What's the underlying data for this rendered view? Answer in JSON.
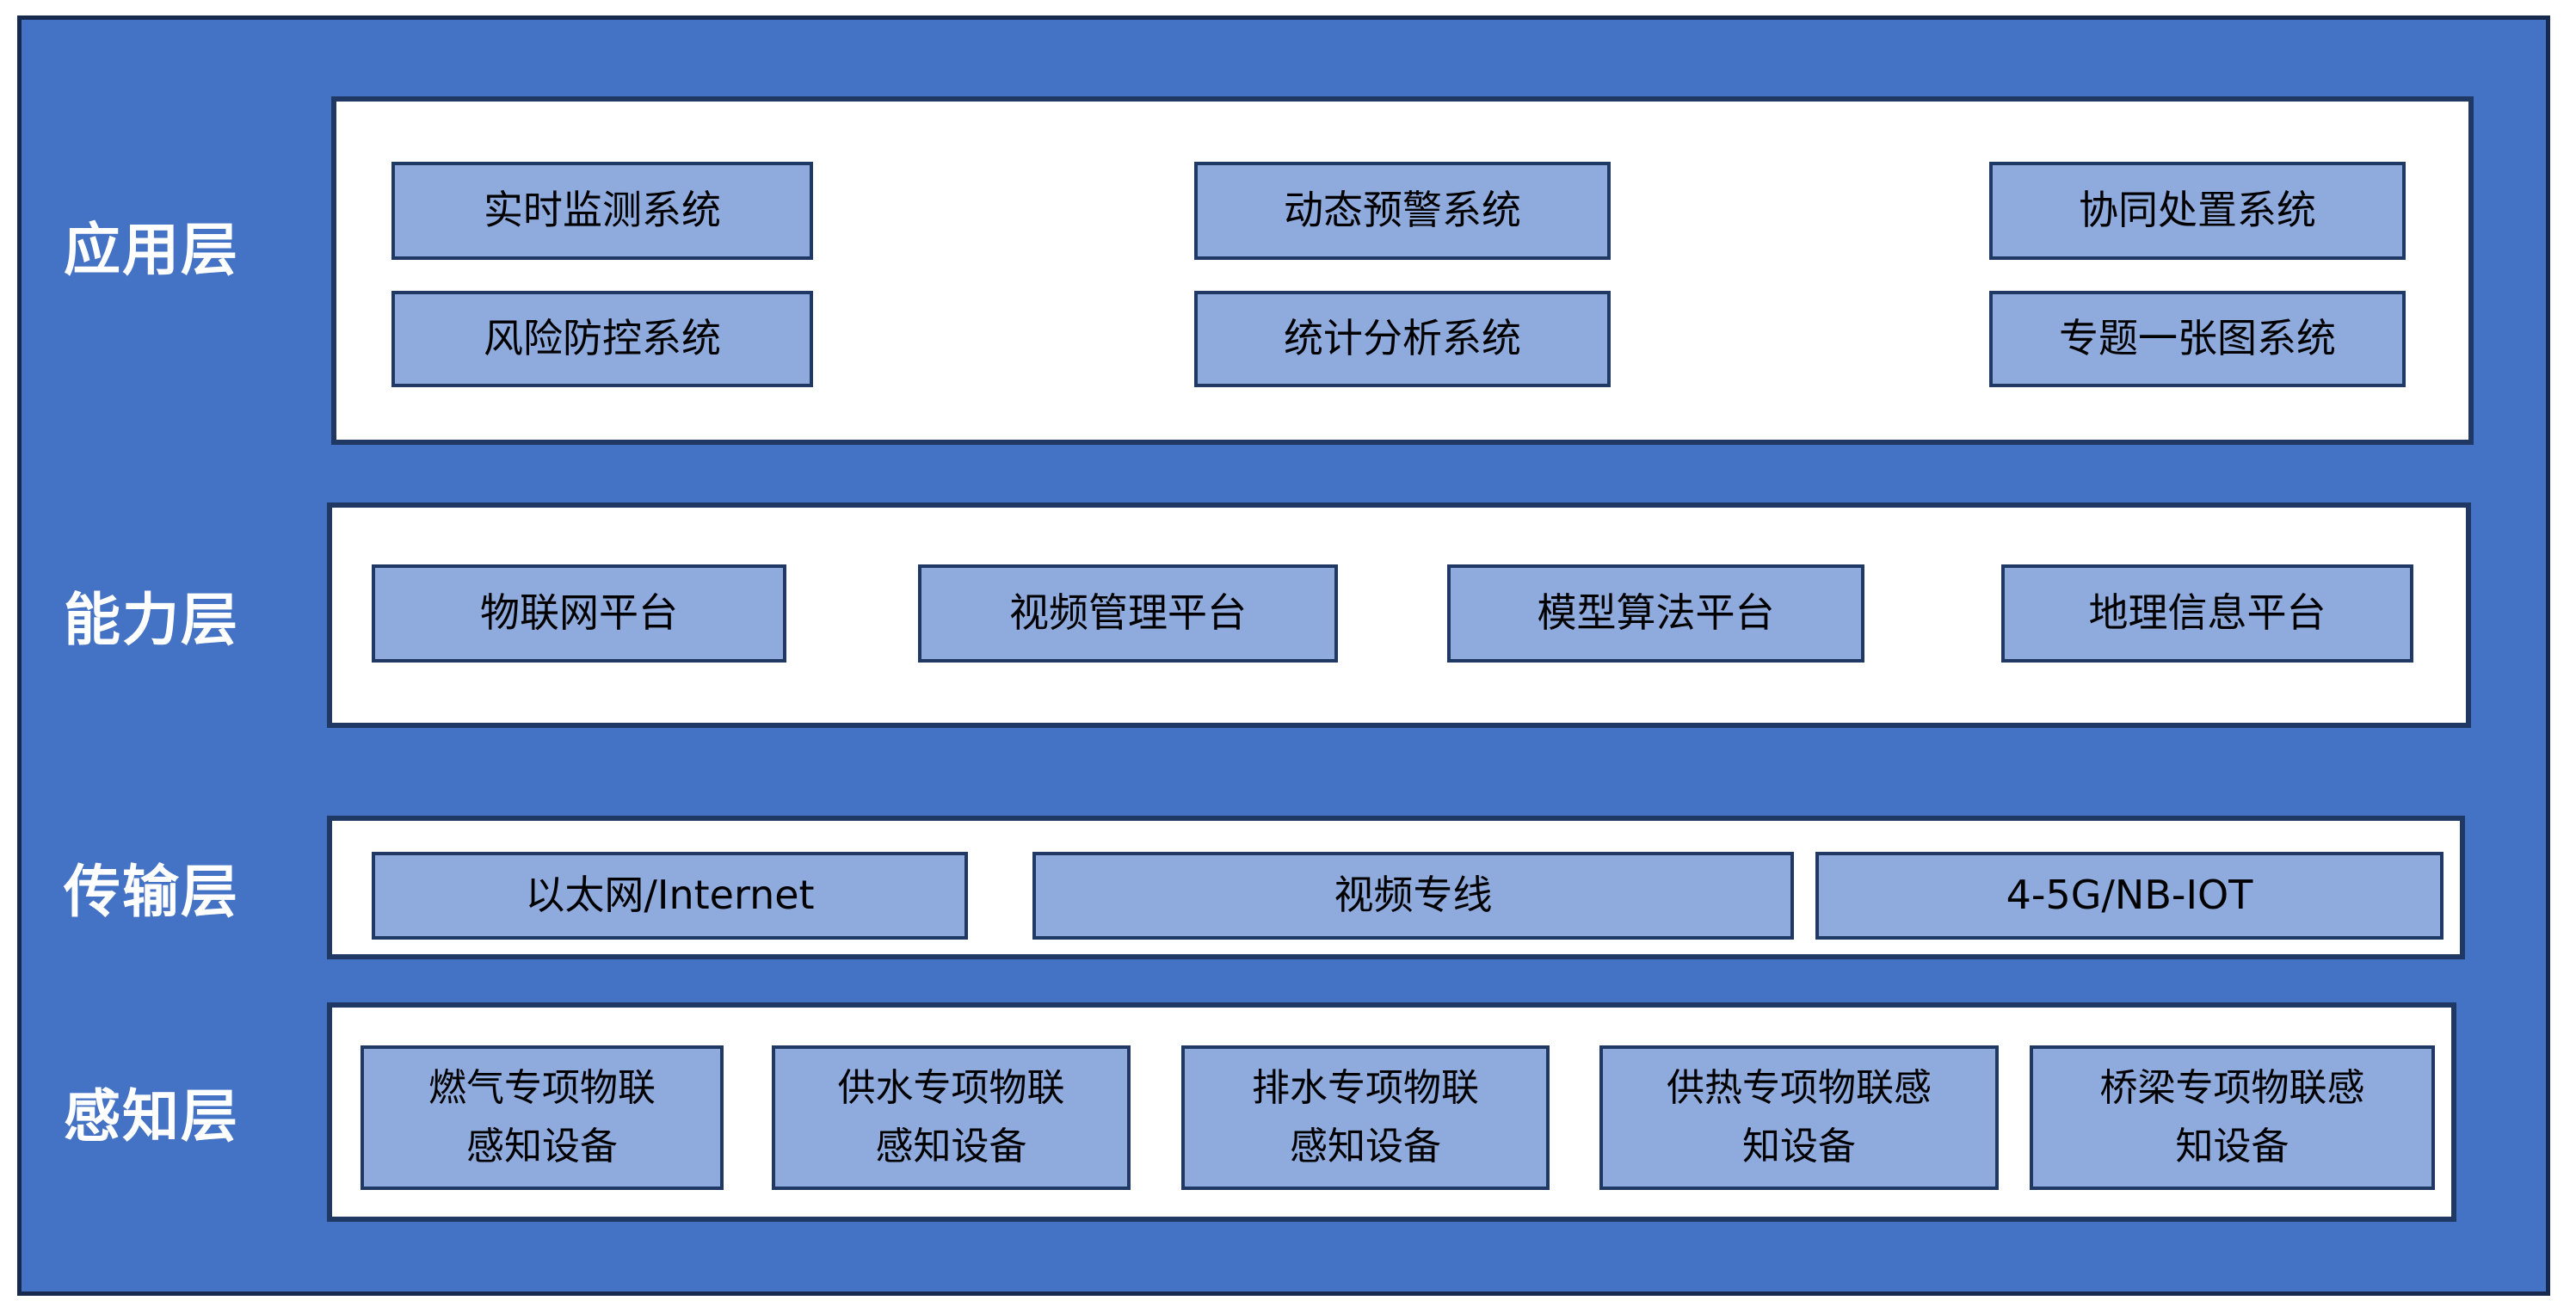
{
  "colors": {
    "background_blue": "#4472C4",
    "panel_background": "#FFFFFF",
    "box_fill": "#8FAADC",
    "box_border": "#1F3864",
    "outer_border": "#17294D",
    "layer_label_text": "#FFFFFF",
    "box_text": "#000000"
  },
  "layers": [
    {
      "label": "应用层",
      "boxes": [
        "实时监测系统",
        "动态预警系统",
        "协同处置系统",
        "风险防控系统",
        "统计分析系统",
        "专题一张图系统"
      ]
    },
    {
      "label": "能力层",
      "boxes": [
        "物联网平台",
        "视频管理平台",
        "模型算法平台",
        "地理信息平台"
      ]
    },
    {
      "label": "传输层",
      "boxes": [
        "以太网/Internet",
        "视频专线",
        "4-5G/NB-IOT"
      ]
    },
    {
      "label": "感知层",
      "boxes": [
        "燃气专项物联\n感知设备",
        "供水专项物联\n感知设备",
        "排水专项物联\n感知设备",
        "供热专项物联感\n知设备",
        "桥梁专项物联感\n知设备"
      ]
    }
  ]
}
